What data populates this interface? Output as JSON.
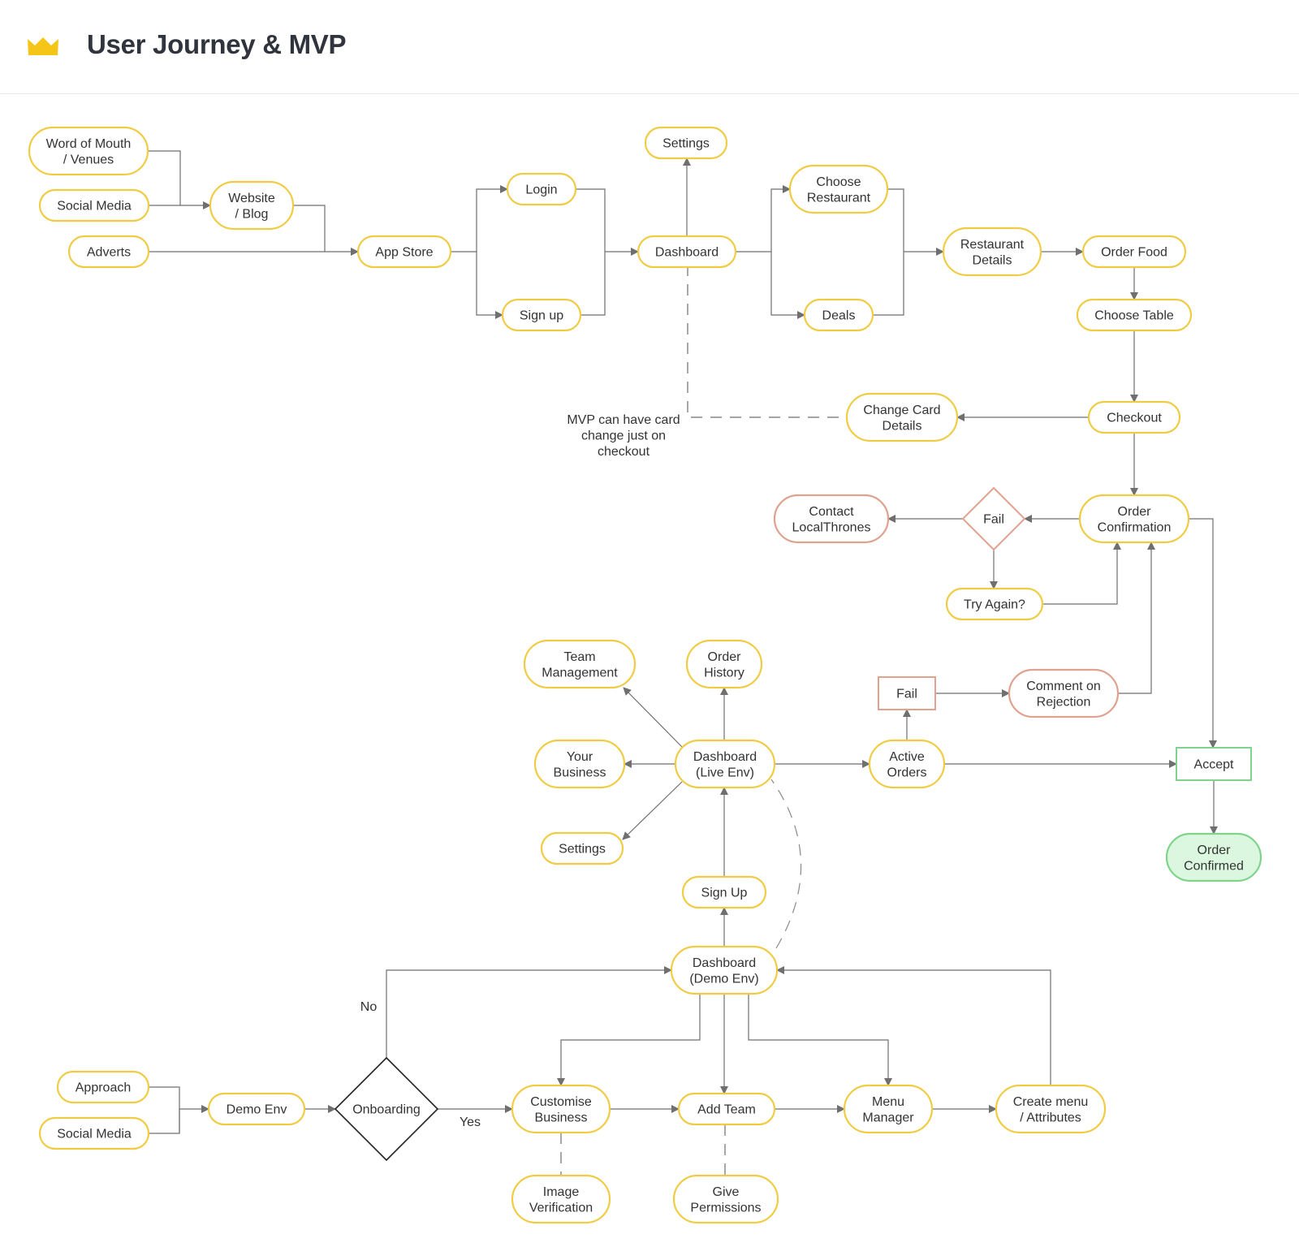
{
  "header": {
    "title": "User Journey & MVP",
    "logo_icon": "crown-icon",
    "logo_color": "#f5c518"
  },
  "colors": {
    "node_border": "#f0cc45",
    "fail_border": "#e0a28f",
    "success_border": "#7fd38a",
    "success_fill": "#dcf7df",
    "decision_border": "#222222",
    "connector": "#6f6f6f",
    "text": "#333333"
  },
  "nodes": [
    {
      "id": "word-of-mouth",
      "label": "Word of Mouth\n/ Venues"
    },
    {
      "id": "social-media-top",
      "label": "Social Media"
    },
    {
      "id": "adverts",
      "label": "Adverts"
    },
    {
      "id": "website-blog",
      "label": "Website\n/ Blog"
    },
    {
      "id": "app-store",
      "label": "App Store"
    },
    {
      "id": "login",
      "label": "Login"
    },
    {
      "id": "sign-up-top",
      "label": "Sign up"
    },
    {
      "id": "dashboard",
      "label": "Dashboard"
    },
    {
      "id": "settings-top",
      "label": "Settings"
    },
    {
      "id": "choose-restaurant",
      "label": "Choose\nRestaurant"
    },
    {
      "id": "deals",
      "label": "Deals"
    },
    {
      "id": "restaurant-details",
      "label": "Restaurant\nDetails"
    },
    {
      "id": "order-food",
      "label": "Order Food"
    },
    {
      "id": "choose-table",
      "label": "Choose Table"
    },
    {
      "id": "checkout",
      "label": "Checkout"
    },
    {
      "id": "change-card",
      "label": "Change Card\nDetails"
    },
    {
      "id": "order-confirmation",
      "label": "Order\nConfirmation"
    },
    {
      "id": "fail-diamond",
      "label": "Fail"
    },
    {
      "id": "contact-localthrones",
      "label": "Contact\nLocalThrones"
    },
    {
      "id": "try-again",
      "label": "Try Again?"
    },
    {
      "id": "team-management",
      "label": "Team\nManagement"
    },
    {
      "id": "order-history",
      "label": "Order\nHistory"
    },
    {
      "id": "your-business",
      "label": "Your\nBusiness"
    },
    {
      "id": "dashboard-live",
      "label": "Dashboard\n(Live Env)"
    },
    {
      "id": "settings-live",
      "label": "Settings"
    },
    {
      "id": "active-orders",
      "label": "Active\nOrders"
    },
    {
      "id": "fail-box",
      "label": "Fail"
    },
    {
      "id": "comment-rejection",
      "label": "Comment on\nRejection"
    },
    {
      "id": "accept",
      "label": "Accept"
    },
    {
      "id": "order-confirmed",
      "label": "Order\nConfirmed"
    },
    {
      "id": "sign-up-live",
      "label": "Sign Up"
    },
    {
      "id": "dashboard-demo",
      "label": "Dashboard\n(Demo Env)"
    },
    {
      "id": "approach",
      "label": "Approach"
    },
    {
      "id": "social-media-bottom",
      "label": "Social Media"
    },
    {
      "id": "demo-env",
      "label": "Demo Env"
    },
    {
      "id": "onboarding",
      "label": "Onboarding"
    },
    {
      "id": "customise-business",
      "label": "Customise\nBusiness"
    },
    {
      "id": "add-team",
      "label": "Add Team"
    },
    {
      "id": "menu-manager",
      "label": "Menu\nManager"
    },
    {
      "id": "create-menu",
      "label": "Create menu\n/ Attributes"
    },
    {
      "id": "image-verification",
      "label": "Image\nVerification"
    },
    {
      "id": "give-permissions",
      "label": "Give\nPermissions"
    }
  ],
  "annotations": {
    "mvp_note": "MVP can have card\nchange just on\ncheckout",
    "no_label": "No",
    "yes_label": "Yes"
  }
}
